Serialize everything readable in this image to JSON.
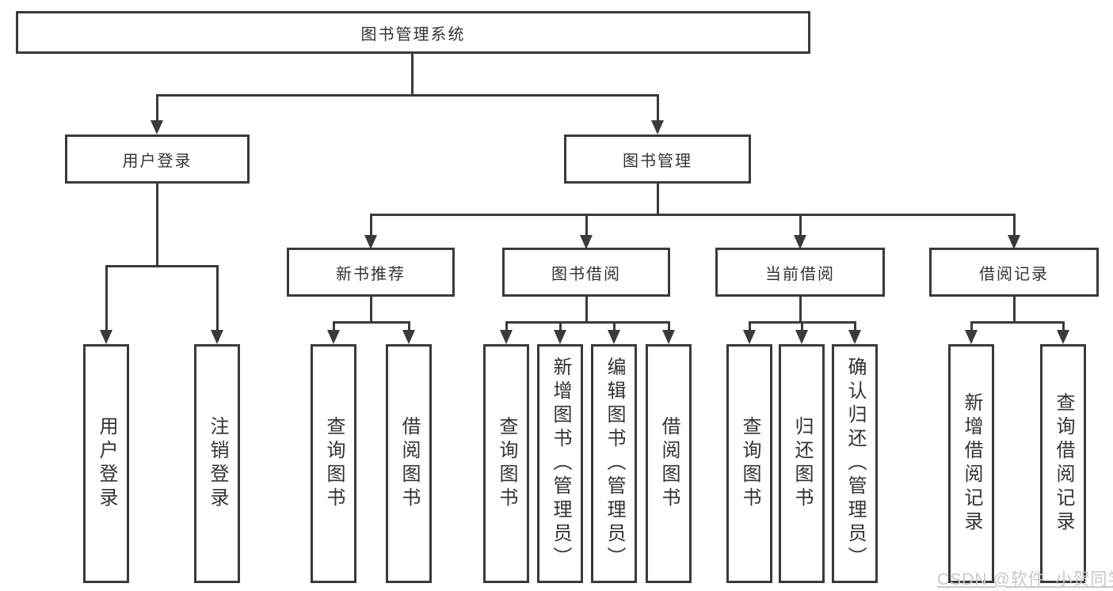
{
  "tree": {
    "root_label": "图书管理系统",
    "children": [
      {
        "label": "用户登录",
        "children": [
          {
            "label": "用户登录"
          },
          {
            "label": "注销登录"
          }
        ]
      },
      {
        "label": "图书管理",
        "children": [
          {
            "label": "新书推荐",
            "children": [
              {
                "label": "查询图书"
              },
              {
                "label": "借阅图书"
              }
            ]
          },
          {
            "label": "图书借阅",
            "children": [
              {
                "label": "查询图书"
              },
              {
                "label": "新增图书（管理员）"
              },
              {
                "label": "编辑图书（管理员）"
              },
              {
                "label": "借阅图书"
              }
            ]
          },
          {
            "label": "当前借阅",
            "children": [
              {
                "label": "查询图书"
              },
              {
                "label": "归还图书"
              },
              {
                "label": "确认归还（管理员）"
              }
            ]
          },
          {
            "label": "借阅记录",
            "children": [
              {
                "label": "新增借阅记录"
              },
              {
                "label": "查询借阅记录"
              }
            ]
          }
        ]
      }
    ]
  },
  "watermark": {
    "text": "CSDN @软件_小贺同学"
  },
  "colors": {
    "line": "#3a3a3a",
    "text": "#333333",
    "watermark": "#c8c8c8",
    "background": "#ffffff"
  }
}
